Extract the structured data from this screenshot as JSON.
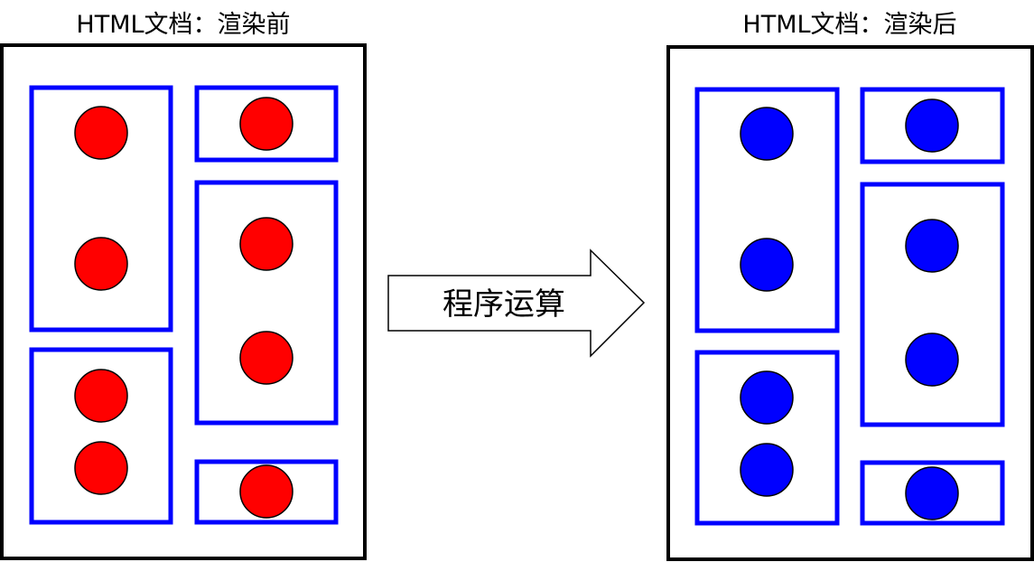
{
  "before": {
    "title": "HTML文档：渲染前",
    "circle_color": "#ff0000"
  },
  "after": {
    "title": "HTML文档：渲染后",
    "circle_color": "#0000ff"
  },
  "arrow": {
    "label": "程序运算"
  },
  "colors": {
    "box_border": "#0000ff",
    "document_border": "#000000",
    "circle_outline": "#000000"
  }
}
